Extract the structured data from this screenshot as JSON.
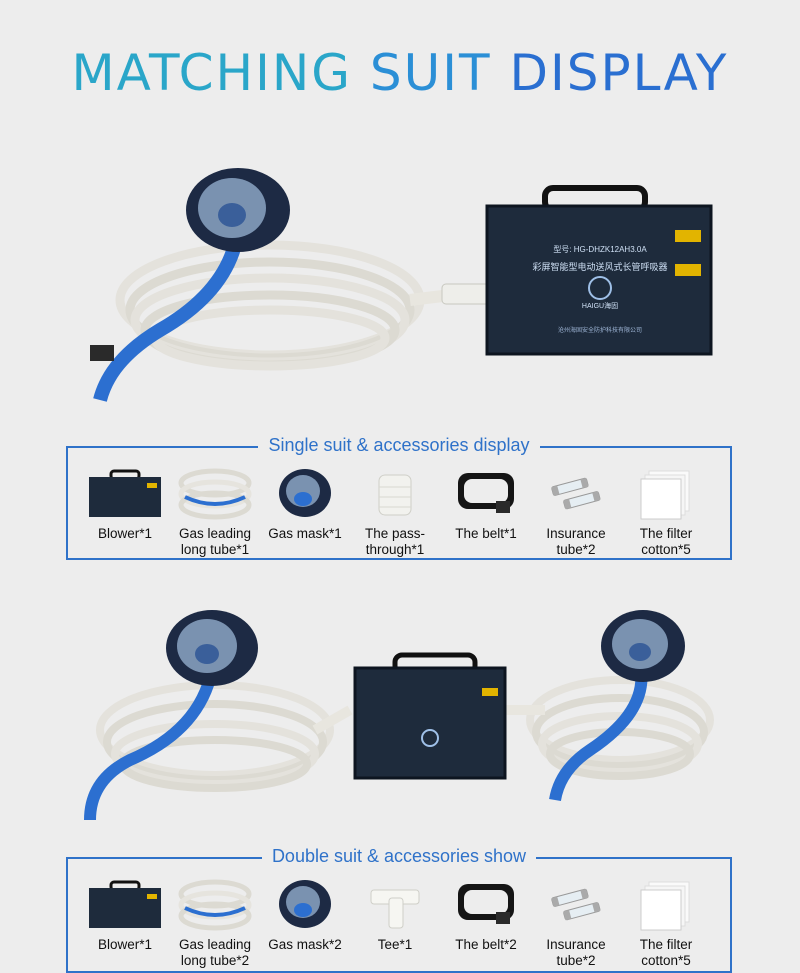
{
  "title": {
    "w1": "MATCHING",
    "w2": "SUIT",
    "w3": "DISPLAY"
  },
  "device": {
    "model": "型号: HG-DHZK12AH3.0A",
    "name": "彩屏智能型电动送风式长管呼吸器",
    "brand": "HAIGU海固",
    "company": "沧州海固安全防护科技有限公司"
  },
  "single": {
    "heading": "Single suit & accessories display",
    "items": [
      {
        "icon": "blower-icon",
        "label": "Blower*1"
      },
      {
        "icon": "hose-coil-icon",
        "label": "Gas leading long tube*1"
      },
      {
        "icon": "gas-mask-icon",
        "label": "Gas mask*1"
      },
      {
        "icon": "pass-through-icon",
        "label": "The pass-through*1"
      },
      {
        "icon": "belt-icon",
        "label": "The belt*1"
      },
      {
        "icon": "fuse-icon",
        "label": "Insurance tube*2"
      },
      {
        "icon": "filter-cotton-icon",
        "label": "The filter cotton*5"
      }
    ]
  },
  "double": {
    "heading": "Double suit & accessories show",
    "items": [
      {
        "icon": "blower-icon",
        "label": "Blower*1"
      },
      {
        "icon": "hose-coil-icon",
        "label": "Gas leading long tube*2"
      },
      {
        "icon": "gas-mask-icon",
        "label": "Gas mask*2"
      },
      {
        "icon": "tee-icon",
        "label": "Tee*1"
      },
      {
        "icon": "belt-icon",
        "label": "The belt*2"
      },
      {
        "icon": "fuse-icon",
        "label": "Insurance tube*2"
      },
      {
        "icon": "filter-cotton-icon",
        "label": "The filter cotton*5"
      }
    ]
  }
}
